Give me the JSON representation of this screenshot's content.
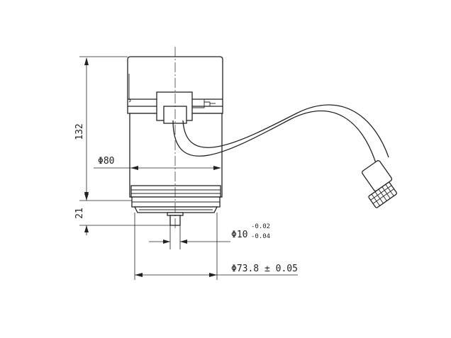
{
  "dimensions": {
    "height_total": "132",
    "height_shaft": "21",
    "diameter_body": "Φ80",
    "diameter_shaft": "Φ10",
    "diameter_shaft_tol_upper": "-0.02",
    "diameter_shaft_tol_lower": "-0.04",
    "diameter_flange": "Φ73.8 ± 0.05"
  },
  "colors": {
    "line": "#222222",
    "background": "#ffffff"
  }
}
